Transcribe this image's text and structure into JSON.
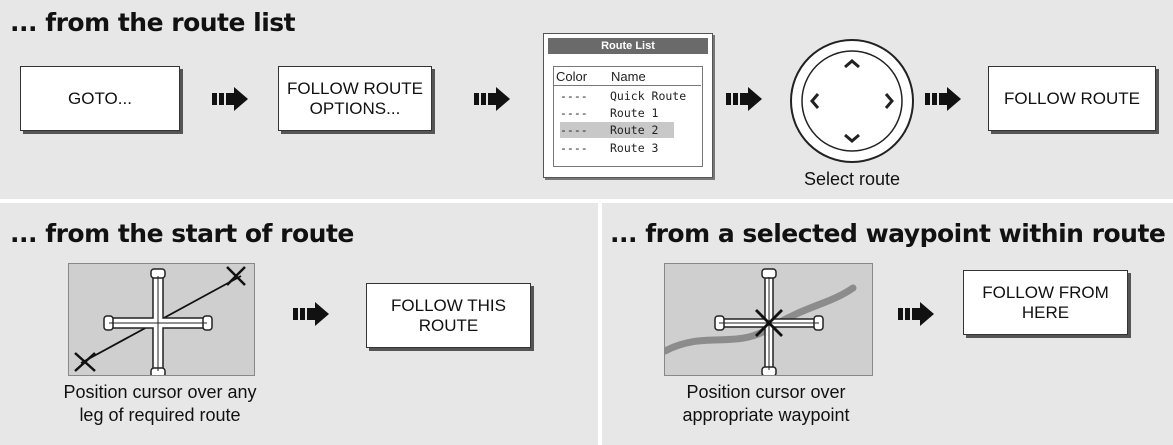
{
  "top": {
    "title": "... from the route list",
    "goto_label": "GOTO...",
    "follow_route_options_lines": [
      "FOLLOW ROUTE",
      "OPTIONS..."
    ],
    "route_list": {
      "title": "Route List",
      "col_color": "Color",
      "col_name": "Name",
      "rows": [
        {
          "color": "----",
          "name": "Quick Route",
          "selected": false
        },
        {
          "color": "----",
          "name": "Route 1",
          "selected": false
        },
        {
          "color": "----",
          "name": "Route 2",
          "selected": true
        },
        {
          "color": "----",
          "name": "Route 3",
          "selected": false
        }
      ]
    },
    "select_caption": "Select route",
    "follow_route_label": "FOLLOW ROUTE"
  },
  "bottom_left": {
    "title": "... from the start of route",
    "caption_lines": [
      "Position cursor over any",
      "leg of required route"
    ],
    "button_lines": [
      "FOLLOW THIS",
      "ROUTE"
    ]
  },
  "bottom_right": {
    "title": "... from a selected waypoint within route",
    "caption_lines": [
      "Position cursor over",
      "appropriate waypoint"
    ],
    "button_lines": [
      "FOLLOW FROM",
      "HERE"
    ]
  },
  "colors": {
    "panel": "#e7e7e8",
    "chart": "#cfcfcf",
    "route_line": "#8c8c8c",
    "selected_row": "#c8c8c8"
  },
  "icons": [
    "step-arrow-icon",
    "rotary-trackpad-icon",
    "cursor-cross-icon",
    "waypoint-x-icon"
  ]
}
